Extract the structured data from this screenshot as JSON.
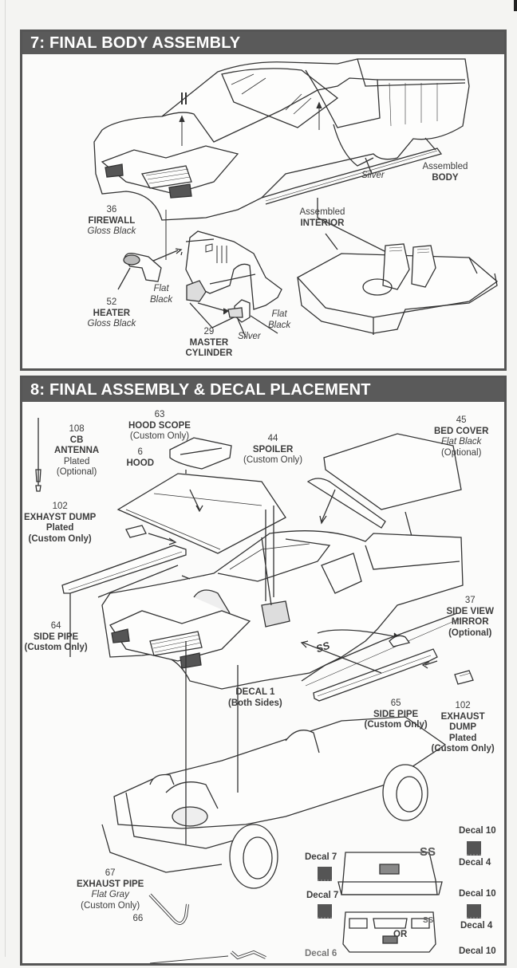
{
  "sheet": {
    "steps": [
      {
        "number": "7",
        "title": "7: FINAL BODY ASSEMBLY",
        "callouts": {
          "silver_body": "Silver",
          "assembled_body": {
            "line1": "Assembled",
            "line2": "BODY"
          },
          "firewall": {
            "part": "36",
            "name": "FIREWALL",
            "color": "Gloss Black"
          },
          "heater": {
            "part": "52",
            "name": "HEATER",
            "color": "Gloss Black"
          },
          "flat_black_left": {
            "line1": "Flat",
            "line2": "Black"
          },
          "master_cylinder": {
            "part": "29",
            "name1": "MASTER",
            "name2": "CYLINDER"
          },
          "silver_cyl": "Silver",
          "flat_black_right": {
            "line1": "Flat",
            "line2": "Black"
          },
          "assembled_interior": {
            "line1": "Assembled",
            "line2": "INTERIOR"
          }
        }
      },
      {
        "number": "8",
        "title": "8: FINAL ASSEMBLY & DECAL PLACEMENT",
        "callouts": {
          "antenna": {
            "part": "108",
            "name1": "CB",
            "name2": "ANTENNA",
            "finish": "Plated",
            "note": "(Optional)"
          },
          "hood_scope": {
            "part": "63",
            "name": "HOOD SCOPE",
            "note": "(Custom Only)"
          },
          "hood": {
            "part": "6",
            "name": "HOOD"
          },
          "spoiler": {
            "part": "44",
            "name": "SPOILER",
            "note": "(Custom Only)"
          },
          "bed_cover": {
            "part": "45",
            "name": "BED COVER",
            "color": "Flat Black",
            "note": "(Optional)"
          },
          "exhaust_dump_left": {
            "part": "102",
            "name": "EXHAYST DUMP",
            "finish": "Plated",
            "note": "(Custom Only)"
          },
          "side_pipe_left": {
            "part": "64",
            "name": "SIDE PIPE",
            "note": "(Custom Only)"
          },
          "side_view_mirror": {
            "part": "37",
            "name1": "SIDE VIEW",
            "name2": "MIRROR",
            "note": "(Optional)"
          },
          "decal_1": {
            "name": "DECAL 1",
            "note": "(Both Sides)"
          },
          "side_pipe_right": {
            "part": "65",
            "name": "SIDE PIPE",
            "note": "(Custom Only)"
          },
          "exhaust_dump_right": {
            "part": "102",
            "name1": "EXHAUST",
            "name2": "DUMP",
            "finish": "Plated",
            "note": "(Custom Only)"
          },
          "exhaust_pipe": {
            "part": "67",
            "name": "EXHAUST PIPE",
            "color": "Flat Gray",
            "note": "(Custom Only)"
          },
          "part_66": "66",
          "body_ss_lettering": "SS"
        },
        "decal_views": {
          "rear": {
            "left": "Decal 7",
            "top_right": "Decal 10",
            "bottom_right": "Decal 4",
            "badge": "SS"
          },
          "front_a": {
            "left": "Decal 7",
            "top_right": "Decal 10",
            "bottom_right": "Decal 4",
            "badge": "SS"
          },
          "separator": "OR",
          "front_b": {
            "left": "Decal 6",
            "top_right": "Decal 10"
          }
        }
      }
    ]
  }
}
